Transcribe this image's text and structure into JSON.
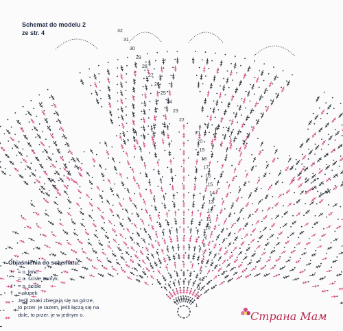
{
  "title": {
    "line1": "Schemat do modelu 2",
    "line2": "ze str. 4"
  },
  "colors": {
    "dark": "#2a2f3a",
    "pink": "#d24a84",
    "ink": "#1f2a44",
    "background": "#fbfbfb",
    "watermark": "#b82a4f"
  },
  "row_numbers": [
    "1",
    "2",
    "3",
    "4",
    "5",
    "6",
    "7",
    "8",
    "9",
    "10",
    "11",
    "12",
    "13",
    "14",
    "15",
    "16",
    "17",
    "18",
    "19",
    "20",
    "21",
    "22",
    "23",
    "24",
    "25",
    "26",
    "27",
    "28",
    "29",
    "30",
    "31",
    "32"
  ],
  "legend": {
    "heading": "Objaśnienia do schematu:",
    "items": [
      {
        "symbol": "•",
        "text": "= o. łańc."
      },
      {
        "symbol": "⌒",
        "text": "= o. ścisłe zamyk."
      },
      {
        "symbol": "I",
        "text": "= o. ścisłe"
      },
      {
        "symbol": "†",
        "text": "= słupek"
      }
    ],
    "note": "Jeśli znaki zbiegają się na górze,\nto przer. je razem, jeśli łączą się na\ndole, to przer. je w jednym o."
  },
  "watermark": "Страна Мам"
}
